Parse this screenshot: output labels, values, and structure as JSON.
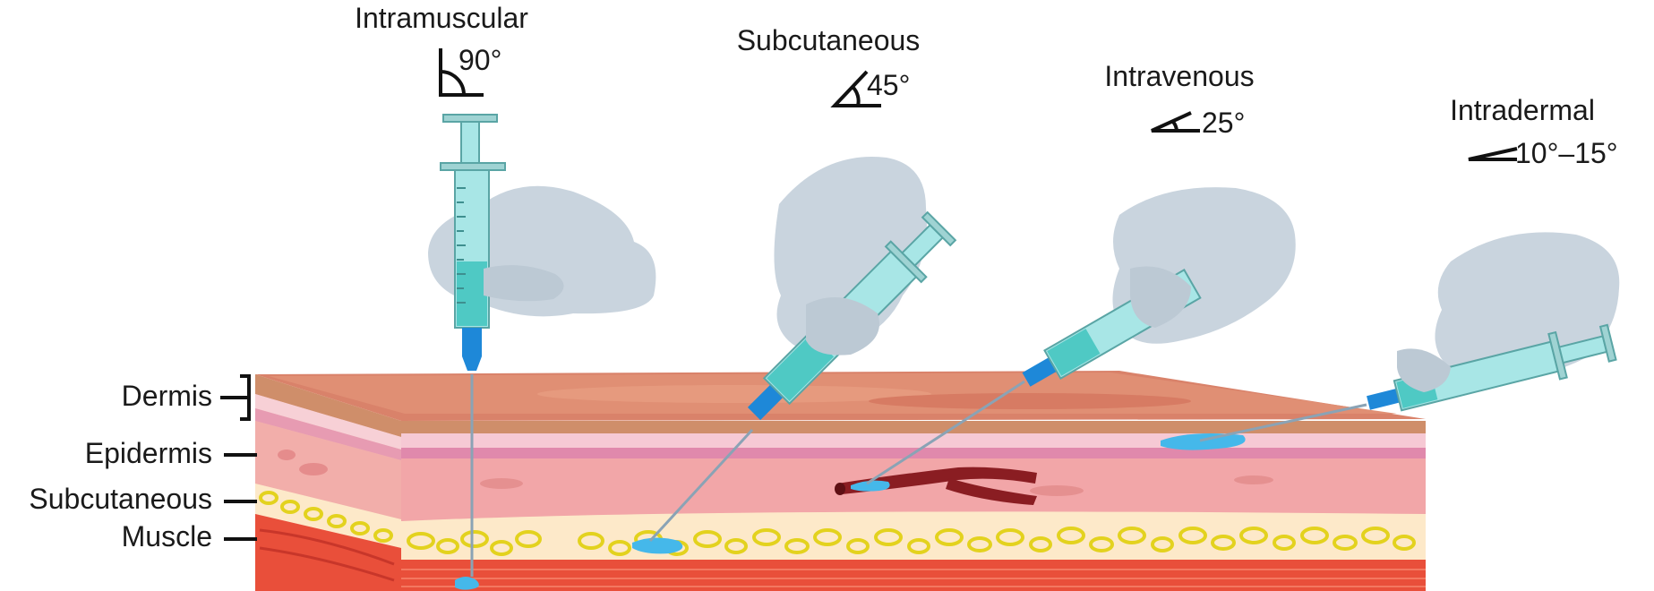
{
  "injection_routes": [
    {
      "title": "Intramuscular",
      "angle": "90°"
    },
    {
      "title": "Subcutaneous",
      "angle": "45°"
    },
    {
      "title": "Intravenous",
      "angle": "25°"
    },
    {
      "title": "Intradermal",
      "angle": "10°–15°"
    }
  ],
  "skin_layers": [
    "Dermis",
    "Epidermis",
    "Subcutaneous",
    "Muscle"
  ],
  "colors": {
    "skin_top": "#d9826a",
    "dermis_pink": "#f3b6b8",
    "dermis_band": "#e89aa8",
    "epidermis_layer": "#f0a6a6",
    "fat_layer": "#fde9c9",
    "fat_cells": "#e3d21e",
    "muscle": "#e94f3a",
    "glove": "#c9d4de",
    "syringe_barrel": "#a8e6e6",
    "syringe_fluid": "#4fc9c4",
    "needle_hub": "#1e88d8",
    "injected_fluid": "#45b8ea",
    "vein": "#8a1d22"
  }
}
